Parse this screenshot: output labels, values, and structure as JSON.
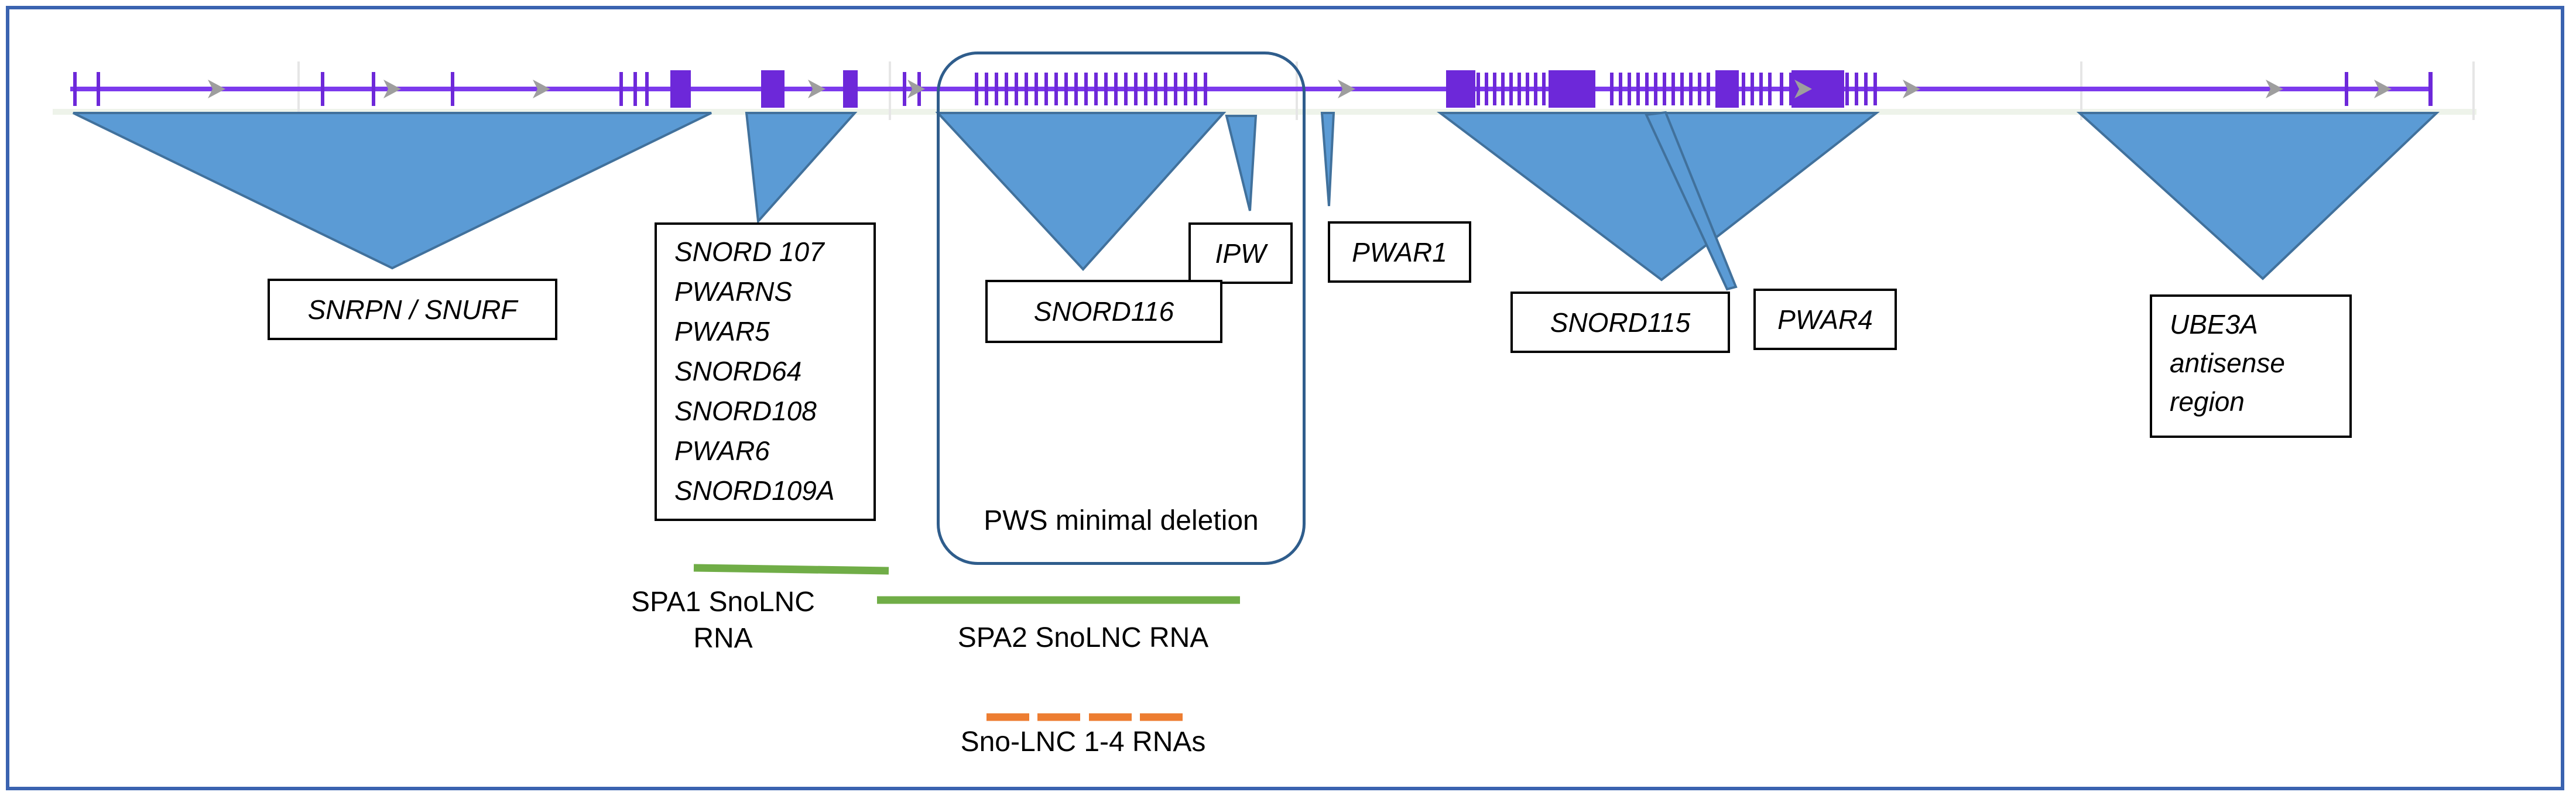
{
  "colors": {
    "track": "#7c3aed",
    "exon": "#6d28d9",
    "arrow": "#9e9e9e",
    "triangle_fill": "#5b9bd5",
    "triangle_stroke": "#41719c",
    "green_bar": "#70ad47",
    "orange_bar": "#ed7d31",
    "frame": "#3a63b0",
    "deletion_box": "#2f5d8c"
  },
  "labels": {
    "snrpn": "SNRPN / SNURF",
    "snord107_group": [
      "SNORD 107",
      "PWARNS",
      "PWAR5",
      "SNORD64",
      "SNORD108",
      "PWAR6",
      "SNORD109A"
    ],
    "ipw": "IPW",
    "snord116": "SNORD116",
    "pwar1": "PWAR1",
    "snord115": "SNORD115",
    "pwar4": "PWAR4",
    "ube3a": [
      "UBE3A",
      "antisense",
      "region"
    ],
    "pws_deletion": "PWS minimal deletion",
    "spa1": [
      "SPA1 SnoLNC",
      "RNA"
    ],
    "spa2": "SPA2 SnoLNC RNA",
    "snolnc14": "Sno-LNC 1-4 RNAs"
  }
}
